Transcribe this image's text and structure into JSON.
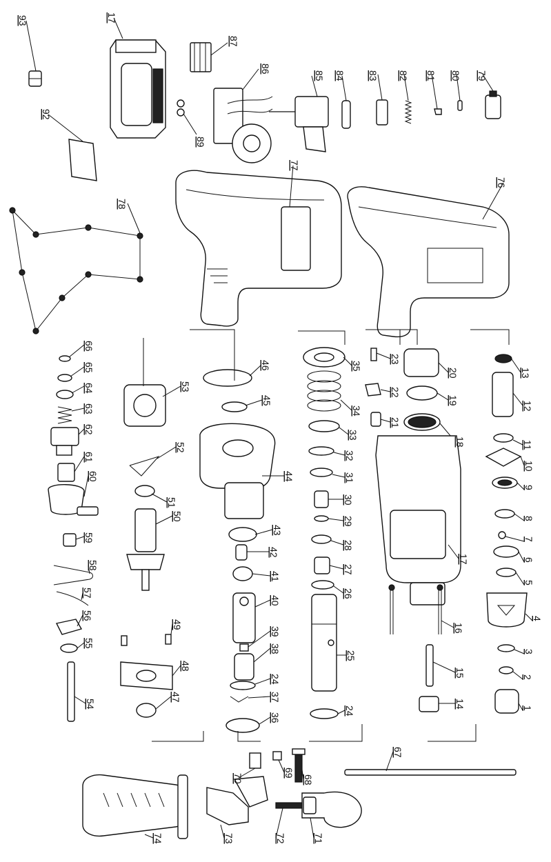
{
  "labels": {
    "l1": "1",
    "l2": "2",
    "l3": "3",
    "l4": "4",
    "l5": "5",
    "l6": "6",
    "l7": "7",
    "l8": "8",
    "l9": "9",
    "l10": "10",
    "l11": "11",
    "l12": "12",
    "l13": "13",
    "l14": "14",
    "l15": "15",
    "l16": "16",
    "l17": "17",
    "l18": "18",
    "l19": "19",
    "l20": "20",
    "l21": "21",
    "l22": "22",
    "l23": "23",
    "l24a": "24",
    "l24b": "24",
    "l25": "25",
    "l26": "26",
    "l27": "27",
    "l28": "28",
    "l29": "29",
    "l30": "30",
    "l31": "31",
    "l32": "32",
    "l33": "33",
    "l34": "34",
    "l35": "35",
    "l36": "36",
    "l37": "37",
    "l38": "38",
    "l39": "39",
    "l40": "40",
    "l41": "41",
    "l42": "42",
    "l43": "43",
    "l44": "44",
    "l45": "45",
    "l46": "46",
    "l47": "47",
    "l48": "48",
    "l49": "49",
    "l50": "50",
    "l51": "51",
    "l52": "52",
    "l53": "53",
    "l54": "54",
    "l55": "55",
    "l56": "56",
    "l57": "57",
    "l58": "58",
    "l59": "59",
    "l60": "60",
    "l61": "61",
    "l62": "62",
    "l63": "63",
    "l64": "64",
    "l65": "65",
    "l66": "66",
    "l67": "67",
    "l68": "68",
    "l69": "69",
    "l70": "70",
    "l71": "71",
    "l72": "72",
    "l73": "73",
    "l74": "74",
    "l76": "76",
    "l77": "77",
    "l78": "78",
    "l79": "79",
    "l80": "80",
    "l81": "81",
    "l82": "82",
    "l83": "83",
    "l84": "84",
    "l85": "85",
    "l86": "86",
    "l87": "87",
    "l89": "89",
    "l92": "92",
    "l93": "93",
    "l17b": "17"
  }
}
